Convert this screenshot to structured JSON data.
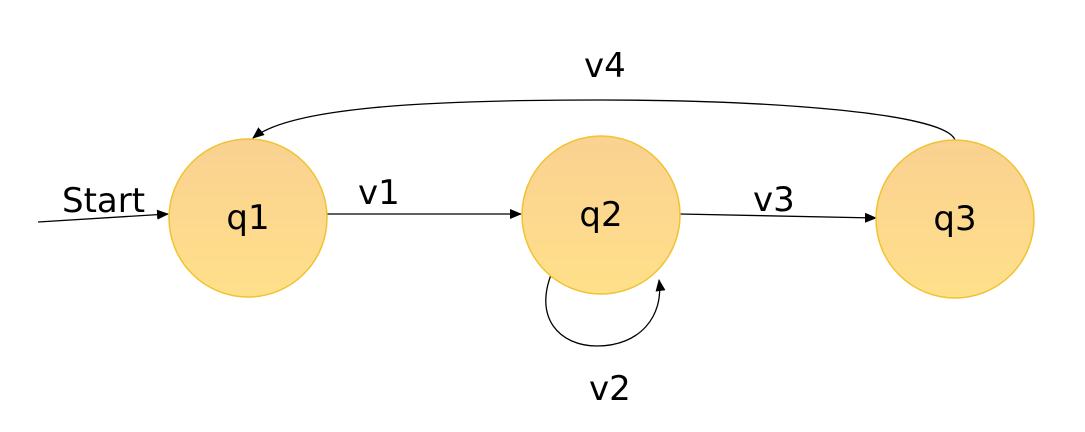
{
  "states": [
    {
      "id": "q1",
      "label": "q1"
    },
    {
      "id": "q2",
      "label": "q2"
    },
    {
      "id": "q3",
      "label": "q3"
    }
  ],
  "transitions": [
    {
      "from": "start",
      "to": "q1",
      "label": "Start"
    },
    {
      "from": "q1",
      "to": "q2",
      "label": "v1"
    },
    {
      "from": "q2",
      "to": "q2",
      "label": "v2"
    },
    {
      "from": "q2",
      "to": "q3",
      "label": "v3"
    },
    {
      "from": "q3",
      "to": "q1",
      "label": "v4"
    }
  ],
  "colors": {
    "state_fill_top": "#FAD191",
    "state_fill_bottom": "#FFE08A",
    "state_border": "#F1C232",
    "line": "#000000",
    "text": "#000000"
  }
}
